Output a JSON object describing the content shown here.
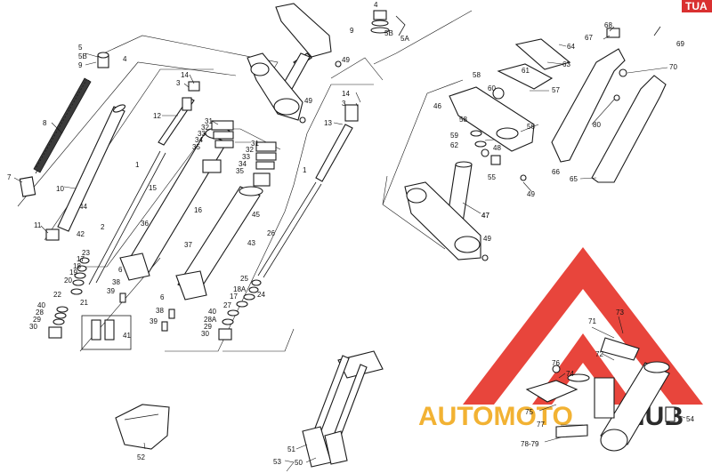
{
  "corner_tag": "TUA",
  "watermark": {
    "part1": "AUTOMOTO",
    "part2": "HUB"
  },
  "callouts": [
    "5",
    "5B",
    "9",
    "4",
    "8",
    "7",
    "10",
    "44",
    "11",
    "14",
    "3",
    "12",
    "1",
    "15",
    "31",
    "32",
    "33",
    "34",
    "35",
    "36",
    "16",
    "2",
    "42",
    "23",
    "17",
    "18",
    "19",
    "20",
    "22",
    "21",
    "40",
    "28",
    "29",
    "30",
    "6",
    "38",
    "39",
    "41",
    "31",
    "32",
    "33",
    "34",
    "35",
    "37",
    "1",
    "13",
    "14",
    "3",
    "45",
    "26",
    "43",
    "25",
    "18A",
    "17",
    "27",
    "24",
    "40",
    "28A",
    "29",
    "30",
    "6",
    "38",
    "39",
    "4",
    "5B",
    "5A",
    "9",
    "49",
    "49",
    "47",
    "48",
    "49",
    "46",
    "58",
    "60",
    "57",
    "56",
    "59",
    "62",
    "61",
    "63",
    "64",
    "68",
    "67",
    "69",
    "70",
    "80",
    "66",
    "65",
    "55",
    "58",
    "47",
    "49",
    "71",
    "73",
    "72",
    "76",
    "74",
    "75",
    "77",
    "78-79",
    "54",
    "51",
    "50",
    "53",
    "52"
  ],
  "colors": {
    "triangle": "#e8453c",
    "wordmark_dark": "#2b2b2b",
    "wordmark_light": "#f2b233",
    "tag_bg": "#d93030"
  }
}
